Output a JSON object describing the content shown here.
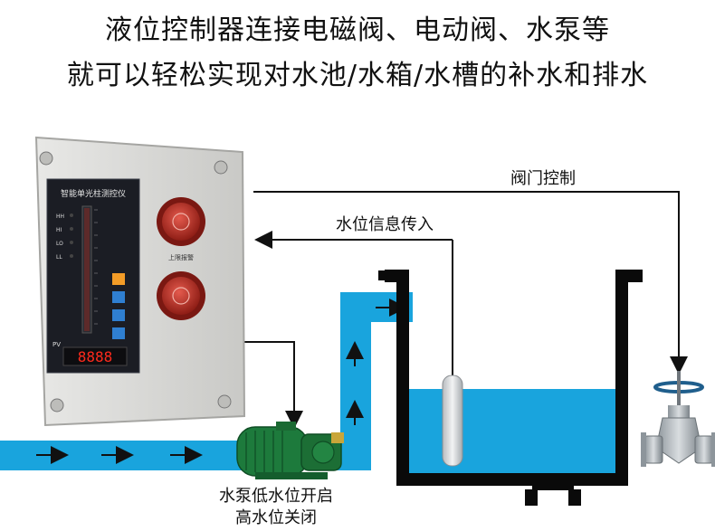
{
  "title": {
    "line1": "液位控制器连接电磁阀、电动阀、水泵等",
    "line2": "就可以轻松实现对水池/水箱/水槽的补水和排水"
  },
  "labels": {
    "valve_control": "阀门控制",
    "level_signal": "水位信息传入",
    "pump_note_1": "水泵低水位开启",
    "pump_note_2": "高水位关闭"
  },
  "controller": {
    "panel_title": "智能单光柱测控仪",
    "indicators": [
      "HH",
      "HI",
      "LO",
      "LL"
    ],
    "display_label": "PV",
    "display_value": "8888",
    "alarm_label": "上限报警"
  },
  "colors": {
    "water": "#19a4dd",
    "wall": "#0a0a0a",
    "enclosure": "#d9d9d7",
    "panel": "#1b1d24",
    "alarm": "#b4281f",
    "pump": "#1d7a3c"
  }
}
